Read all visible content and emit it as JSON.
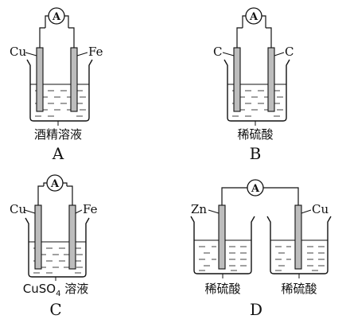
{
  "setups": [
    {
      "id": "A",
      "letter": "A",
      "meter_label": "A",
      "left_electrode": "Cu",
      "right_electrode": "Fe",
      "solution_labels": [
        "酒精溶液"
      ]
    },
    {
      "id": "B",
      "letter": "B",
      "meter_label": "A",
      "left_electrode": "C",
      "right_electrode": "C",
      "solution_labels": [
        "稀硫酸"
      ]
    },
    {
      "id": "C",
      "letter": "C",
      "meter_label": "A",
      "left_electrode": "Cu",
      "right_electrode": "Fe",
      "solution_main": "CuSO",
      "solution_sub": "4",
      "solution_suffix": " 溶液"
    },
    {
      "id": "D",
      "letter": "D",
      "meter_label": "A",
      "left_electrode": "Zn",
      "right_electrode": "Cu",
      "solution_labels": [
        "稀硫酸",
        "稀硫酸"
      ]
    }
  ]
}
